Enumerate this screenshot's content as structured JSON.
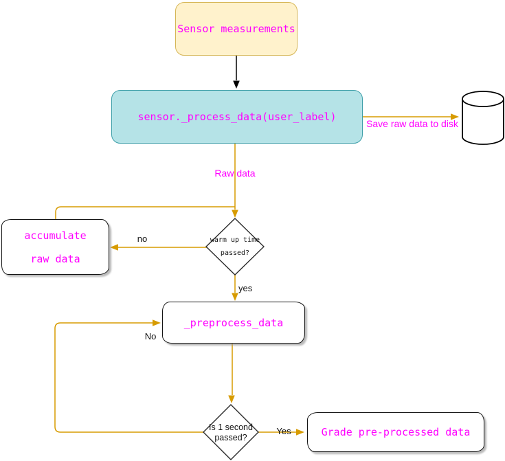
{
  "diagram": {
    "type": "flowchart",
    "nodes": {
      "sensor": {
        "label": "Sensor measurements",
        "shape": "rounded-rect",
        "fill": "#FFF2CC",
        "stroke": "#D6B656"
      },
      "process": {
        "label": "sensor._process_data(user_label)",
        "shape": "rounded-rect",
        "fill": "#B5E3E7",
        "stroke": "#3E9FA9"
      },
      "database": {
        "icon": "database-cylinder-icon",
        "fill": "#FFFFFF",
        "stroke": "#000000"
      },
      "warmup_decision": {
        "label": "warm up time passed?",
        "shape": "diamond",
        "fill": "#FFFFFF"
      },
      "accumulate": {
        "label": "accumulate raw data",
        "shape": "sketch-rect",
        "fill": "#FFFFFF"
      },
      "preprocess": {
        "label": "_preprocess_data",
        "shape": "sketch-rect",
        "fill": "#FFFFFF"
      },
      "timer_decision": {
        "label": "Is 1 second passed?",
        "shape": "diamond",
        "fill": "#FFFFFF"
      },
      "grade": {
        "label": "Grade pre-processed data",
        "shape": "sketch-rect",
        "fill": "#FFFFFF"
      }
    },
    "edges": {
      "save_to_disk": {
        "label": "Save raw data to disk"
      },
      "raw_data": {
        "label": "Raw data"
      },
      "warmup_no": {
        "label": "no"
      },
      "warmup_yes": {
        "label": "yes"
      },
      "timer_no": {
        "label": "No"
      },
      "timer_yes": {
        "label": "Yes"
      }
    },
    "colors": {
      "node_text": "#FF00FF",
      "edge_line": "#D79B00",
      "plain_line": "#000000",
      "diamond_stroke": "#2B2B2B"
    }
  }
}
